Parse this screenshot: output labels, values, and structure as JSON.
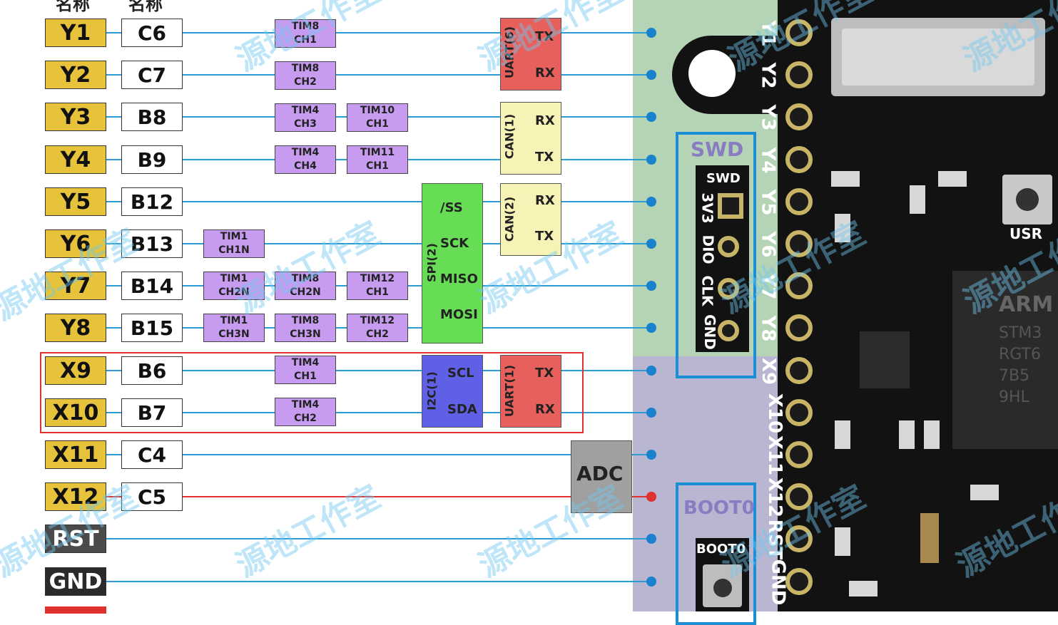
{
  "header": {
    "col1": "名称",
    "col2": "名称"
  },
  "rows": [
    {
      "board": "Y1",
      "mcu": "C6",
      "color": "#e6c33a"
    },
    {
      "board": "Y2",
      "mcu": "C7",
      "color": "#e6c33a"
    },
    {
      "board": "Y3",
      "mcu": "B8",
      "color": "#e6c33a"
    },
    {
      "board": "Y4",
      "mcu": "B9",
      "color": "#e6c33a"
    },
    {
      "board": "Y5",
      "mcu": "B12",
      "color": "#e6c33a"
    },
    {
      "board": "Y6",
      "mcu": "B13",
      "color": "#e6c33a"
    },
    {
      "board": "Y7",
      "mcu": "B14",
      "color": "#e6c33a"
    },
    {
      "board": "Y8",
      "mcu": "B15",
      "color": "#e6c33a"
    },
    {
      "board": "X9",
      "mcu": "B6",
      "color": "#e6c33a"
    },
    {
      "board": "X10",
      "mcu": "B7",
      "color": "#e6c33a"
    },
    {
      "board": "X11",
      "mcu": "C4",
      "color": "#e6c33a"
    },
    {
      "board": "X12",
      "mcu": "C5",
      "color": "#e6c33a"
    },
    {
      "board": "RST",
      "mcu": "",
      "color": "#4a4a4a"
    },
    {
      "board": "GND",
      "mcu": "",
      "color": "#2a2a2a"
    }
  ],
  "timers": {
    "y1_tim8": [
      "TIM8",
      "CH1"
    ],
    "y2_tim8": [
      "TIM8",
      "CH2"
    ],
    "y3_tim4": [
      "TIM4",
      "CH3"
    ],
    "y3_tim10": [
      "TIM10",
      "CH1"
    ],
    "y4_tim4": [
      "TIM4",
      "CH4"
    ],
    "y4_tim11": [
      "TIM11",
      "CH1"
    ],
    "y6_tim1": [
      "TIM1",
      "CH1N"
    ],
    "y7_tim1": [
      "TIM1",
      "CH2N"
    ],
    "y7_tim8": [
      "TIM8",
      "CH2N"
    ],
    "y7_tim12": [
      "TIM12",
      "CH1"
    ],
    "y8_tim1": [
      "TIM1",
      "CH3N"
    ],
    "y8_tim8": [
      "TIM8",
      "CH3N"
    ],
    "y8_tim12": [
      "TIM12",
      "CH2"
    ],
    "x9_tim4": [
      "TIM4",
      "CH1"
    ],
    "x10_tim4": [
      "TIM4",
      "CH2"
    ]
  },
  "blocks": {
    "uart6": {
      "label": "UART(6)",
      "tx": "TX",
      "rx": "RX",
      "color": "#e8605c"
    },
    "can1": {
      "label": "CAN(1)",
      "rx": "RX",
      "tx": "TX",
      "color": "#f7f2b5"
    },
    "can2": {
      "label": "CAN(2)",
      "rx": "RX",
      "tx": "TX",
      "color": "#f7f2b5"
    },
    "spi2": {
      "label": "SPI(2)",
      "ss": "/SS",
      "sck": "SCK",
      "miso": "MISO",
      "mosi": "MOSI",
      "color": "#66dd55"
    },
    "i2c1": {
      "label": "I2C(1)",
      "scl": "SCL",
      "sda": "SDA",
      "color": "#6060e6"
    },
    "uart1": {
      "label": "UART(1)",
      "tx": "TX",
      "rx": "RX",
      "color": "#e8605c"
    },
    "adc": {
      "label": "ADC",
      "color": "#a0a0a0"
    }
  },
  "board": {
    "swd_label": "SWD",
    "swd_silk": "SWD",
    "swd_pins": [
      "3V3",
      "DIO",
      "CLK",
      "GND"
    ],
    "boot0_label": "BOOT0",
    "boot0_silk": "BOOT0",
    "usr_label": "USR",
    "pin_labels": [
      "Y1",
      "Y2",
      "Y3",
      "Y4",
      "Y5",
      "Y6",
      "Y7",
      "Y8",
      "X9",
      "X10",
      "X11",
      "X12",
      "RST",
      "GND"
    ],
    "chip_text": [
      "ARM",
      "STM3",
      "RGT6",
      "7B5",
      "9HL"
    ]
  },
  "watermark": "源地工作室",
  "colors": {
    "line": "#2b9bd6",
    "dot": "#1a82cc",
    "highlight": "#e03030",
    "gray_panel": "#b8b6d0",
    "green_panel": "#b5d3b5"
  }
}
